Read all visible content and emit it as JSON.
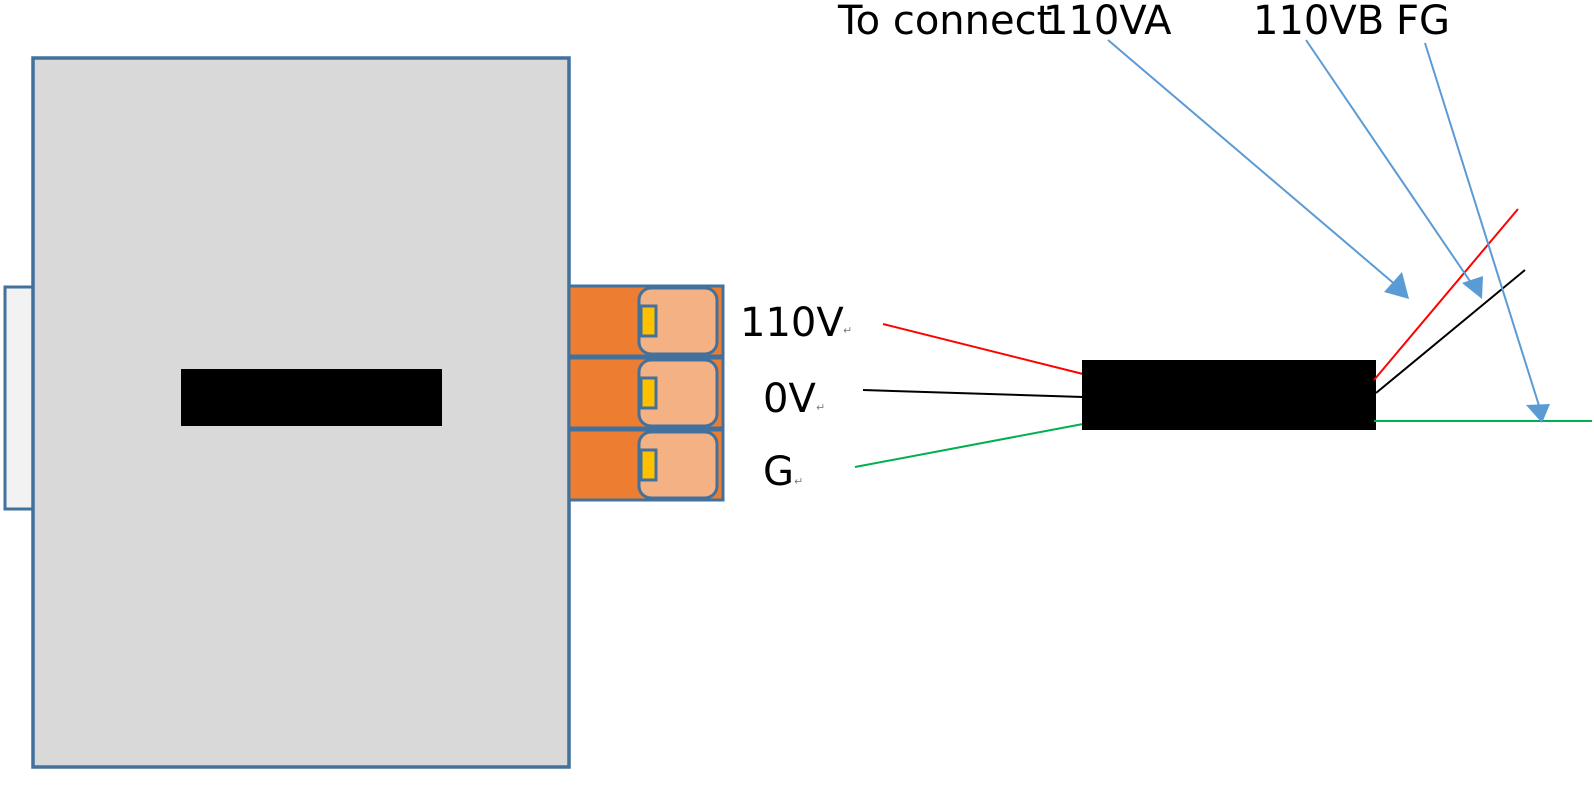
{
  "colors": {
    "device_fill": "#d9d9d9",
    "device_border": "#41719c",
    "side_tab_fill": "#f2f2f2",
    "terminal_fill": "#ed7d31",
    "terminal_cap_fill": "#f4b183",
    "terminal_contact": "#ffc000",
    "redaction": "#000000",
    "wire_live": "#ff0000",
    "wire_neutral": "#000000",
    "wire_ground": "#00b050",
    "arrow": "#5b9bd5"
  },
  "annotation": {
    "prefix": "To connect",
    "targets": [
      "110VA",
      "110VB",
      "FG"
    ]
  },
  "terminals": [
    {
      "label": "110V",
      "wire": "live"
    },
    {
      "label": "0V",
      "wire": "neutral"
    },
    {
      "label": "G",
      "wire": "ground"
    }
  ],
  "paragraph_mark": "↵"
}
